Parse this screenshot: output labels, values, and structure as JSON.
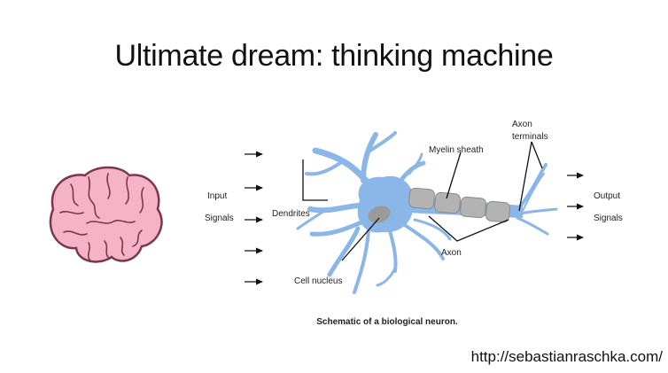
{
  "slide": {
    "title": "Ultimate dream: thinking machine",
    "url": "http://sebastianraschka.com/"
  },
  "diagram": {
    "labels": {
      "input": "Input",
      "input_signals": "Signals",
      "dendrites": "Dendrites",
      "cell_nucleus": "Cell nucleus",
      "myelin_sheath": "Myelin sheath",
      "axon": "Axon",
      "axon_terminals_line1": "Axon",
      "axon_terminals_line2": "terminals",
      "output": "Output",
      "output_signals": "Signals"
    },
    "caption": "Schematic of a biological neuron."
  },
  "icons": [
    "brain-icon",
    "arrow-right-icon"
  ],
  "colors": {
    "neuron": "#8ab6e8",
    "nucleus": "#9a9a9a",
    "myelin": "#b3b3b3",
    "brain": "#f5b3c8",
    "brain_outline": "#7a3848"
  }
}
